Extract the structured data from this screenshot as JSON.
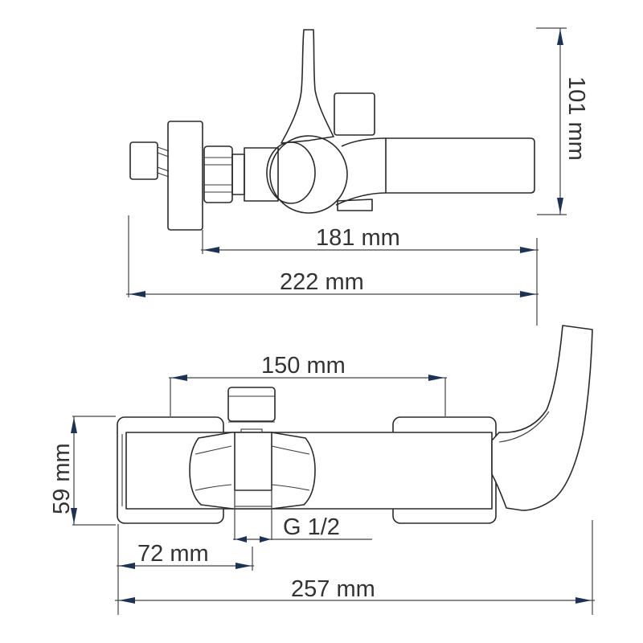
{
  "drawing": {
    "title": "Wall-mounted bath mixer dimension drawing",
    "colors": {
      "line": "#2a2a2a",
      "arrow": "#1e3354",
      "text": "#333333",
      "background": "#ffffff"
    },
    "top_view": {
      "dimensions": {
        "height": "101 mm",
        "spout_reach": "181 mm",
        "total_depth": "222 mm"
      }
    },
    "front_view": {
      "dimensions": {
        "height": "59 mm",
        "centers": "150 mm",
        "thread": "G 1/2",
        "left_offset": "72 mm",
        "total_width": "257 mm"
      }
    }
  }
}
